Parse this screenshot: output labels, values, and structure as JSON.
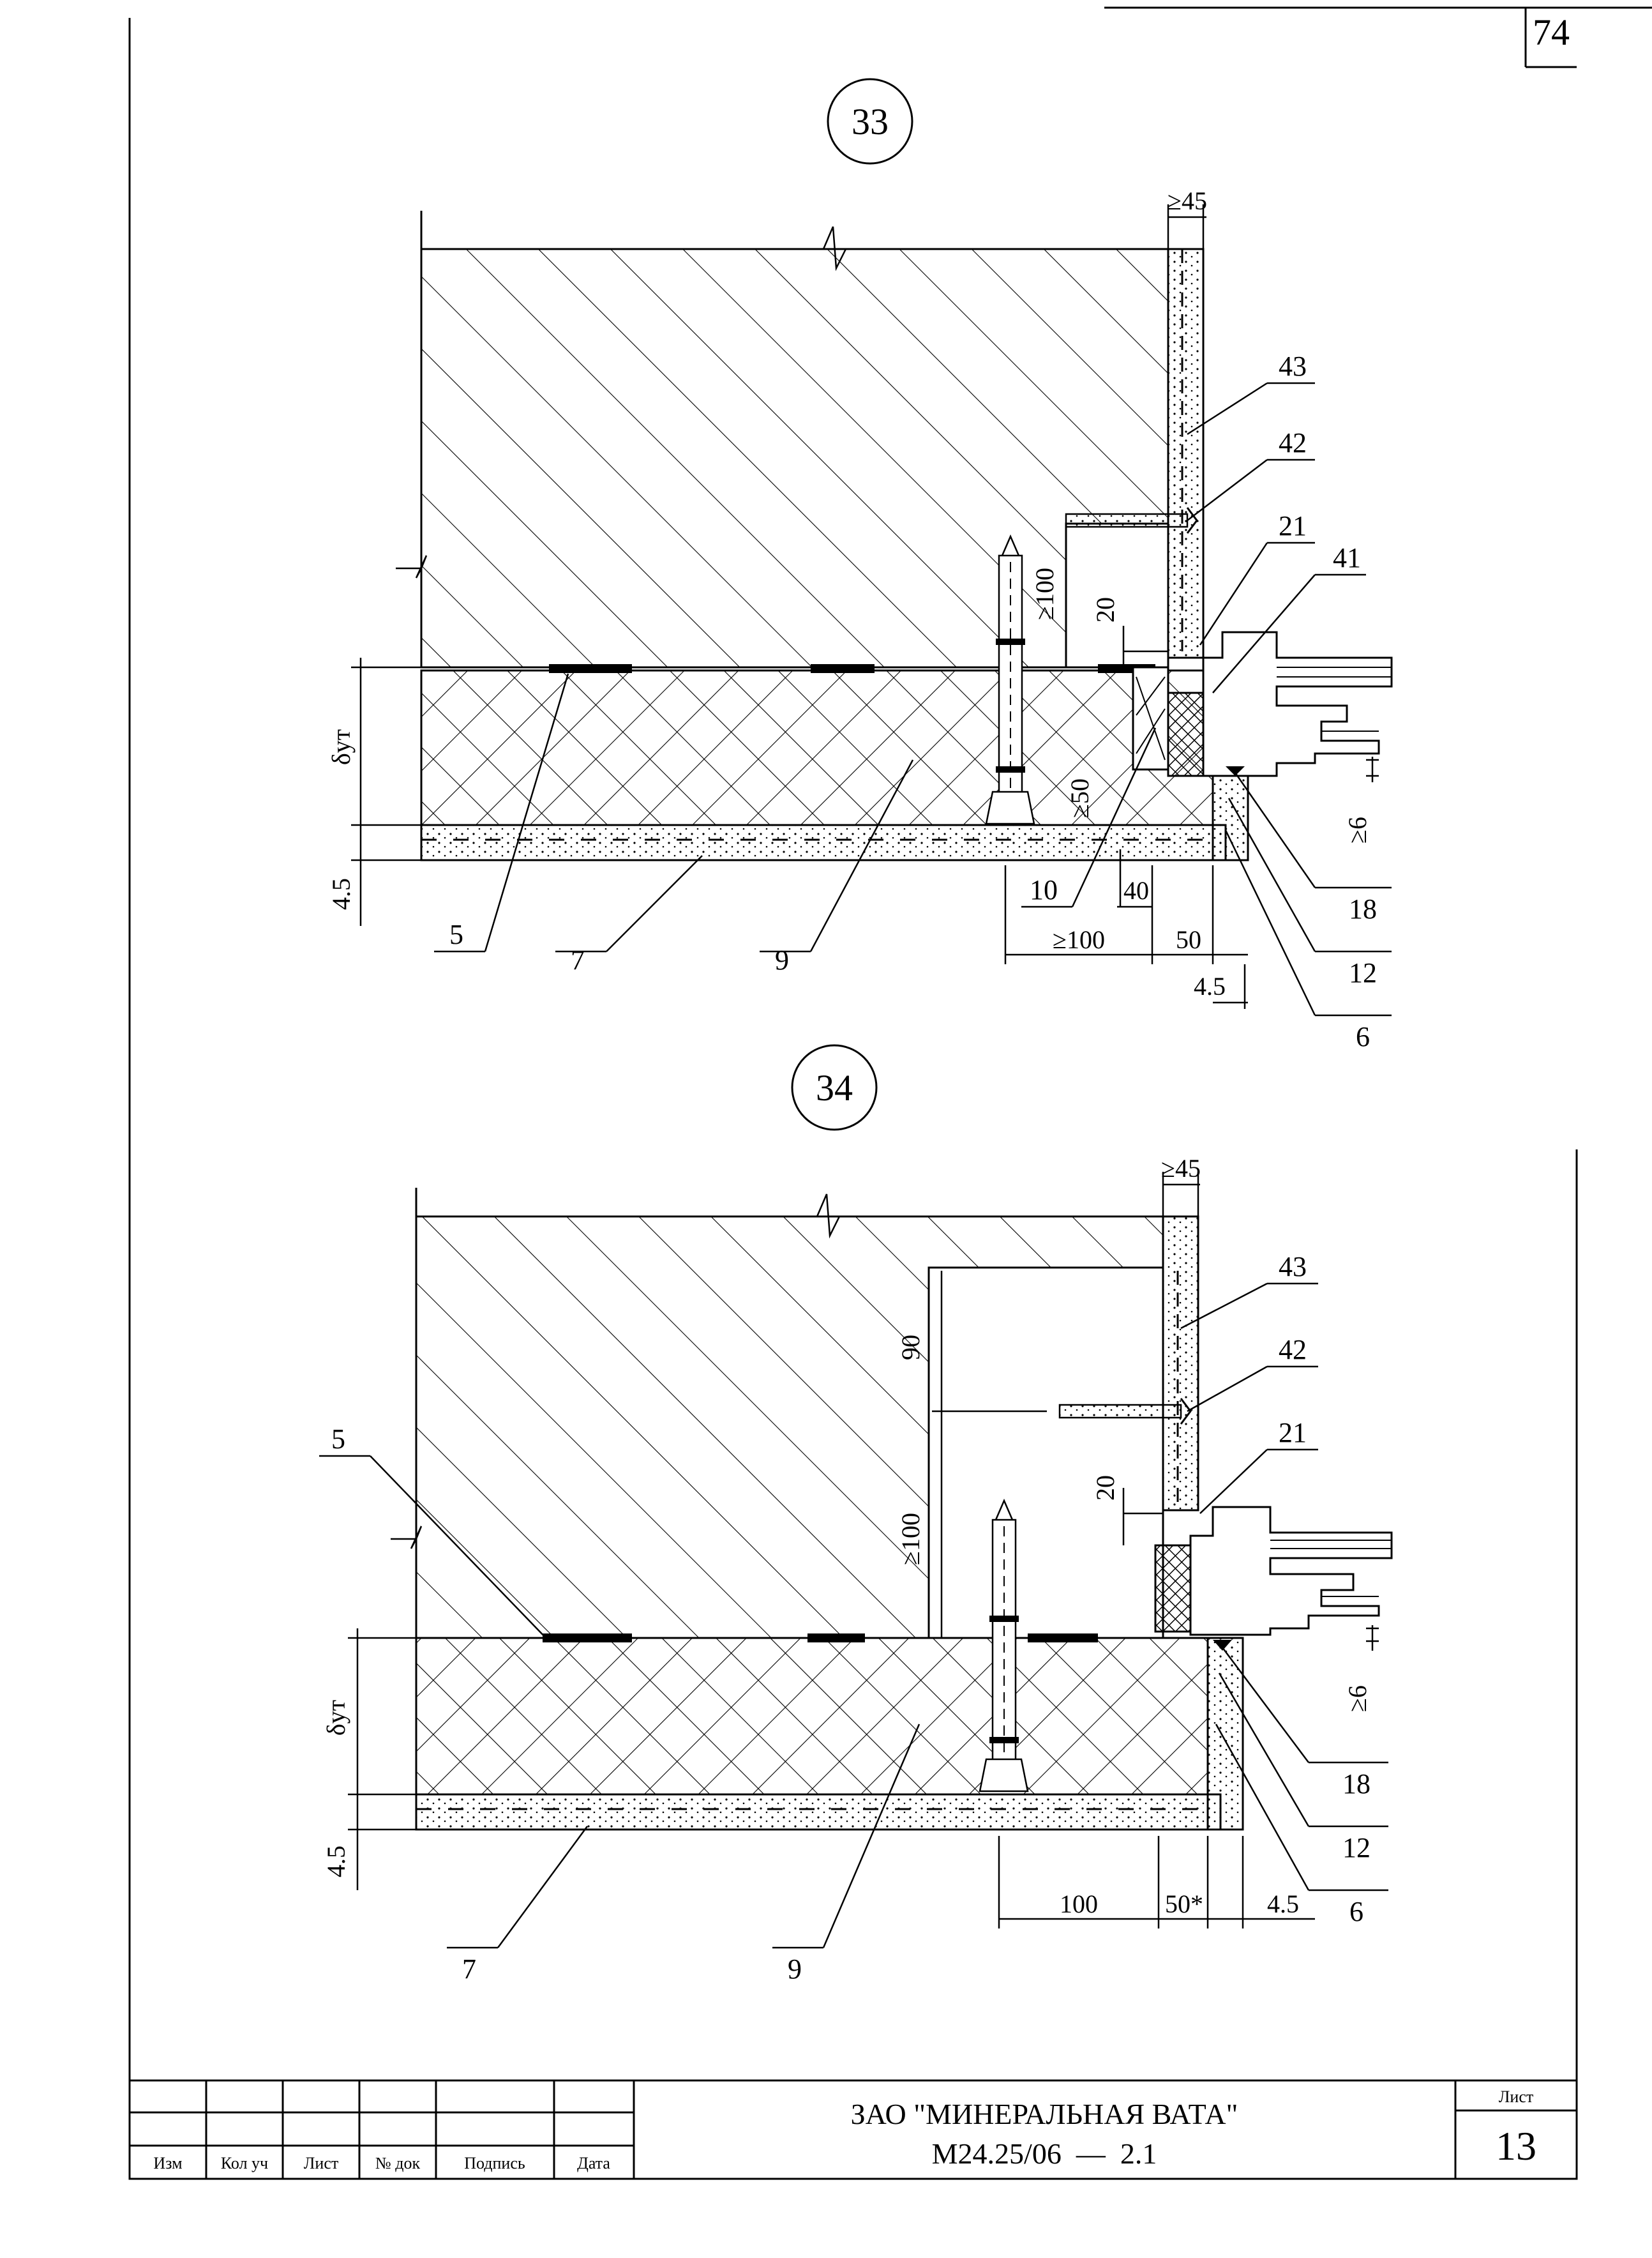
{
  "page_number": "74",
  "details": [
    {
      "id": "33",
      "callouts": [
        "43",
        "42",
        "21",
        "41",
        "18",
        "12",
        "6",
        "5",
        "7",
        "9",
        "10"
      ],
      "dimensions": {
        "top": "≥45",
        "anchor": "≥100",
        "gap": "20",
        "mesh": "≥50",
        "sill": "≥6",
        "bottom": [
          "≥100",
          "40",
          "50",
          "4.5"
        ],
        "left_insul": "δут",
        "left_base": "4.5"
      }
    },
    {
      "id": "34",
      "callouts": [
        "43",
        "42",
        "21",
        "18",
        "12",
        "6",
        "5",
        "7",
        "9"
      ],
      "dimensions": {
        "top": "≥45",
        "upper": "90",
        "anchor": "≥100",
        "gap": "20",
        "sill": "≥6",
        "bottom": [
          "100",
          "50*",
          "4.5"
        ],
        "left_insul": "δут",
        "left_base": "4.5"
      }
    }
  ],
  "title_block": {
    "columns": [
      "Изм",
      "Кол уч",
      "Лист",
      "№ док",
      "Подпись",
      "Дата"
    ],
    "company": "ЗАО \"МИНЕРАЛЬНАЯ ВАТА\"",
    "document": "М24.25/06  —  2.1",
    "sheet_label": "Лист",
    "sheet_number": "13"
  }
}
